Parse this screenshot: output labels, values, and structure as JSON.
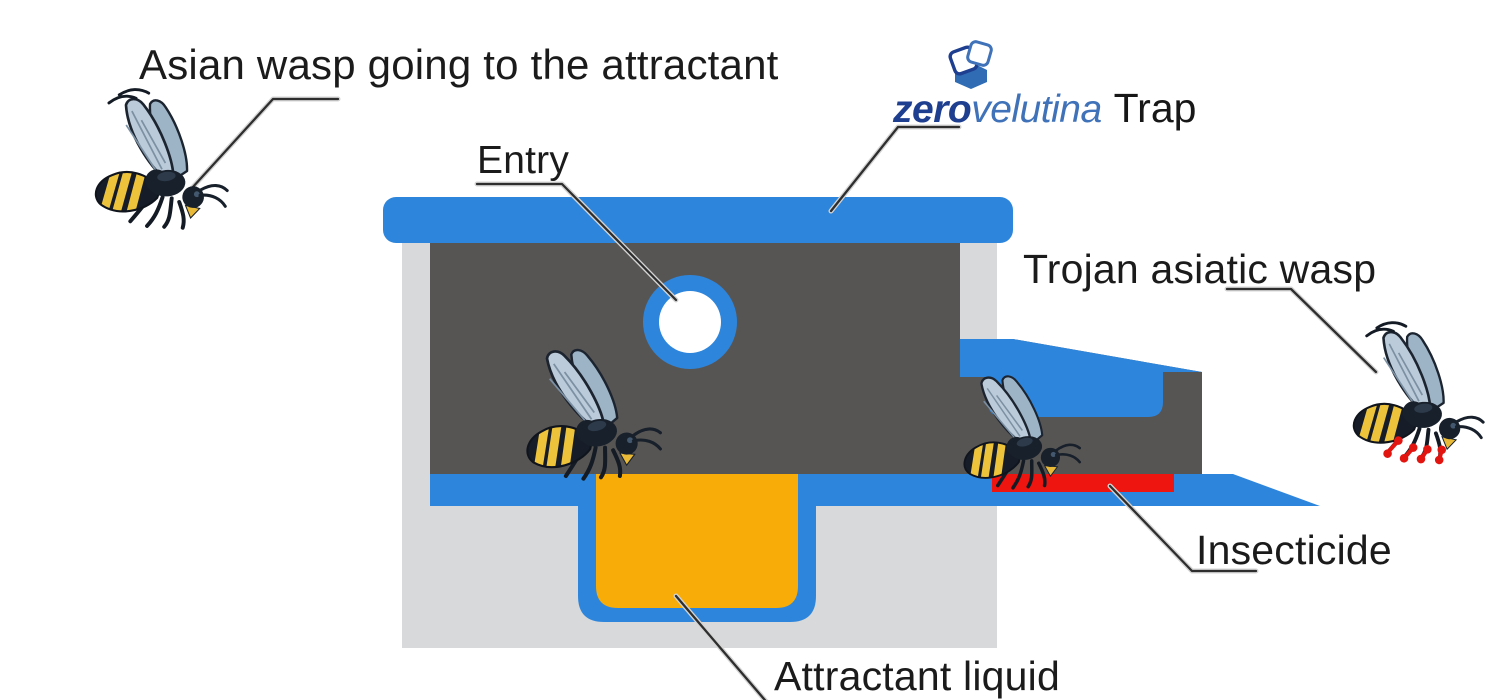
{
  "labels": {
    "asian_wasp": "Asian wasp going to the attractant",
    "entry": "Entry",
    "trojan_wasp": "Trojan asiatic wasp",
    "insecticide": "Insecticide",
    "attractant": "Attractant liquid"
  },
  "brand": {
    "zero": "zero",
    "velutina": "velutina",
    "trap": "Trap"
  },
  "colors": {
    "blue": "#2e86dc",
    "dark_gray": "#575554",
    "light_gray": "#d8d9da",
    "orange": "#f8ac08",
    "red": "#ee1410",
    "white": "#ffffff",
    "leader_dark": "#2e2e2e",
    "leader_light": "#d4d4d4",
    "text": "#1b1b1b",
    "brand_navy": "#1e3e8f",
    "brand_blue": "#3f72b8"
  },
  "illustrations": {
    "wasps": [
      "asian-wasp-flying",
      "wasp-on-attractant",
      "wasp-on-insecticide",
      "trojan-wasp-with-insecticide"
    ]
  }
}
